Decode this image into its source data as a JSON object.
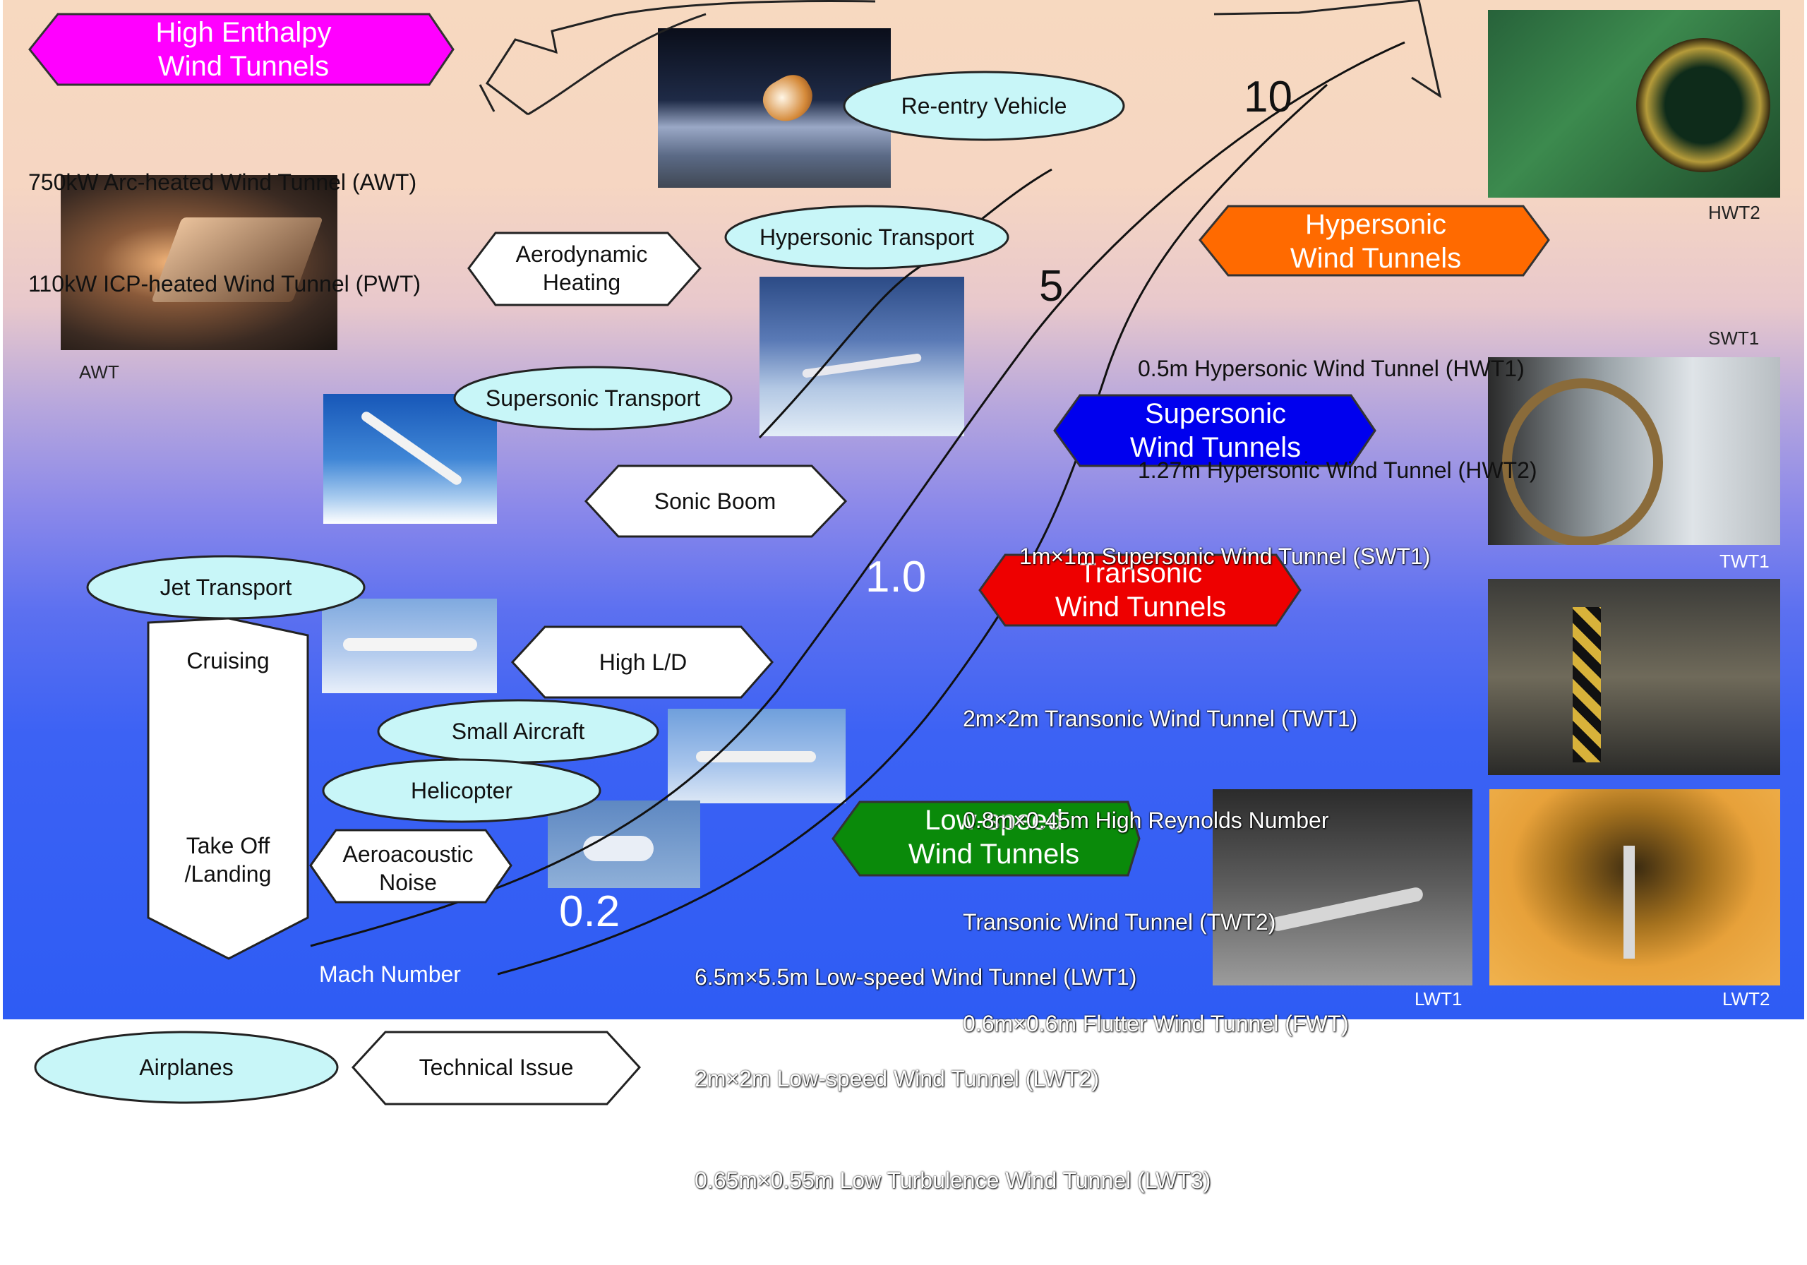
{
  "wind_tunnels": {
    "high_enthalpy": {
      "title_line1": "High Enthalpy",
      "title_line2": "Wind Tunnels",
      "color": "#ff00ff",
      "items": [
        "750kW Arc-heated Wind Tunnel (AWT)",
        "110kW ICP-heated Wind Tunnel (PWT)"
      ]
    },
    "hypersonic": {
      "title_line1": "Hypersonic",
      "title_line2": "Wind Tunnels",
      "color": "#ff6a00",
      "items": [
        "0.5m Hypersonic Wind Tunnel (HWT1)",
        "1.27m Hypersonic Wind Tunnel (HWT2)"
      ]
    },
    "supersonic": {
      "title_line1": "Supersonic",
      "title_line2": "Wind Tunnels",
      "color": "#0000ee",
      "items": [
        "1m×1m Supersonic Wind Tunnel (SWT1)"
      ]
    },
    "transonic": {
      "title_line1": "Transonic",
      "title_line2": "Wind Tunnels",
      "color": "#ee0000",
      "items": [
        "2m×2m Transonic Wind Tunnel (TWT1)",
        "0.8m×0.45m High Reynolds Number",
        "Transonic Wind Tunnel (TWT2)",
        "0.6m×0.6m Flutter Wind Tunnel (FWT)"
      ]
    },
    "low_speed": {
      "title_line1": "Low-speed",
      "title_line2": "Wind Tunnels",
      "color": "#0a8a0a",
      "items": [
        "6.5m×5.5m Low-speed Wind Tunnel (LWT1)",
        "2m×2m Low-speed Wind Tunnel (LWT2)",
        "0.65m×0.55m Low Turbulence Wind Tunnel (LWT3)"
      ]
    }
  },
  "airplanes": {
    "reentry": "Re-entry Vehicle",
    "hypersonic_transport": "Hypersonic Transport",
    "supersonic_transport": "Supersonic Transport",
    "jet_transport": "Jet Transport",
    "small_aircraft": "Small Aircraft",
    "helicopter": "Helicopter"
  },
  "technical_issues": {
    "aero_heating_line1": "Aerodynamic",
    "aero_heating_line2": "Heating",
    "sonic_boom": "Sonic Boom",
    "high_ld": "High L/D",
    "aeroacoustic_line1": "Aeroacoustic",
    "aeroacoustic_line2": "Noise",
    "cruising": "Cruising",
    "takeoff_line1": "Take Off",
    "takeoff_line2": "/Landing"
  },
  "mach": {
    "m10": "10",
    "m5": "5",
    "m1": "1.0",
    "m02": "0.2",
    "label": "Mach Number"
  },
  "photo_captions": {
    "awt": "AWT",
    "hwt2": "HWT2",
    "swt1": "SWT1",
    "twt1": "TWT1",
    "lwt1": "LWT1",
    "lwt2": "LWT2"
  },
  "legend": {
    "airplanes": "Airplanes",
    "technical_issue": "Technical Issue"
  },
  "colors": {
    "ellipse_fill": "#c8f6f8",
    "background_top": "#f7d9c0",
    "background_bottom": "#2e5cf4"
  }
}
